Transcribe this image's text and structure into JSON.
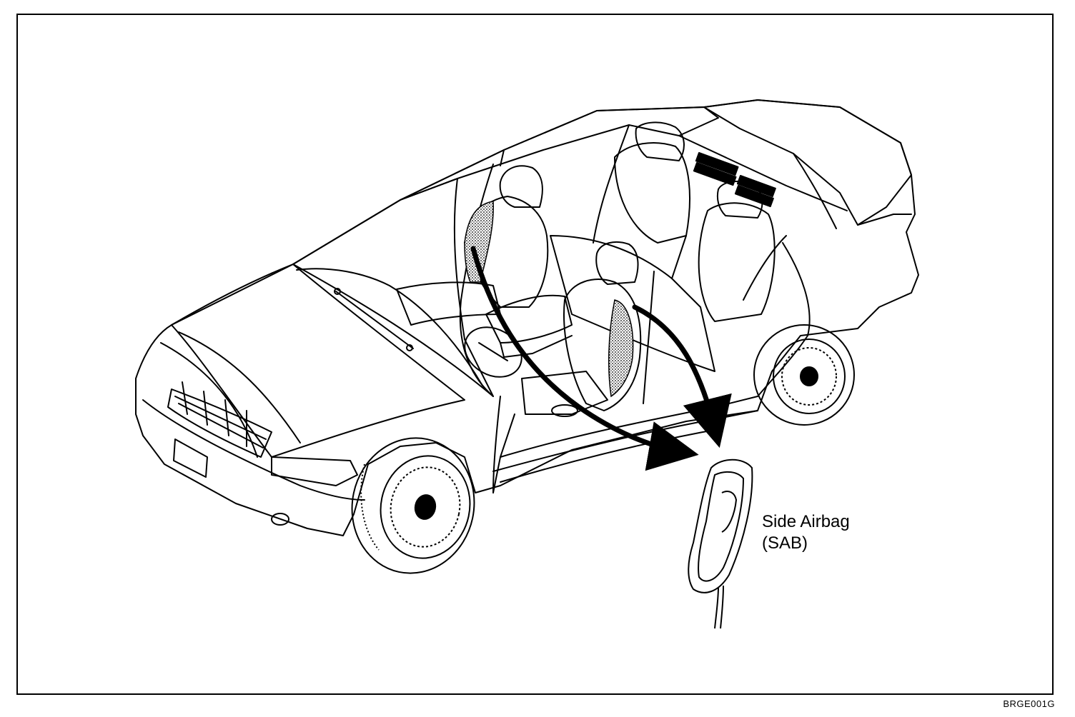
{
  "diagram": {
    "callout": {
      "line1": "Side Airbag",
      "line2": "(SAB)"
    },
    "figure_code": "BRGE001G"
  },
  "colors": {
    "ink": "#000000",
    "paper": "#ffffff",
    "shade": "#bdbdbd"
  }
}
